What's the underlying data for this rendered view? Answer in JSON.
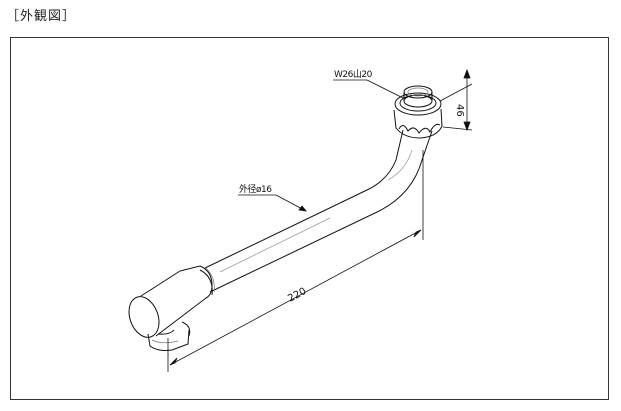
{
  "page": {
    "heading": "［外観図］"
  },
  "annotations": {
    "thread_spec": "W26山20",
    "outer_diameter": "外径ø16",
    "length": "220",
    "height": "46"
  }
}
